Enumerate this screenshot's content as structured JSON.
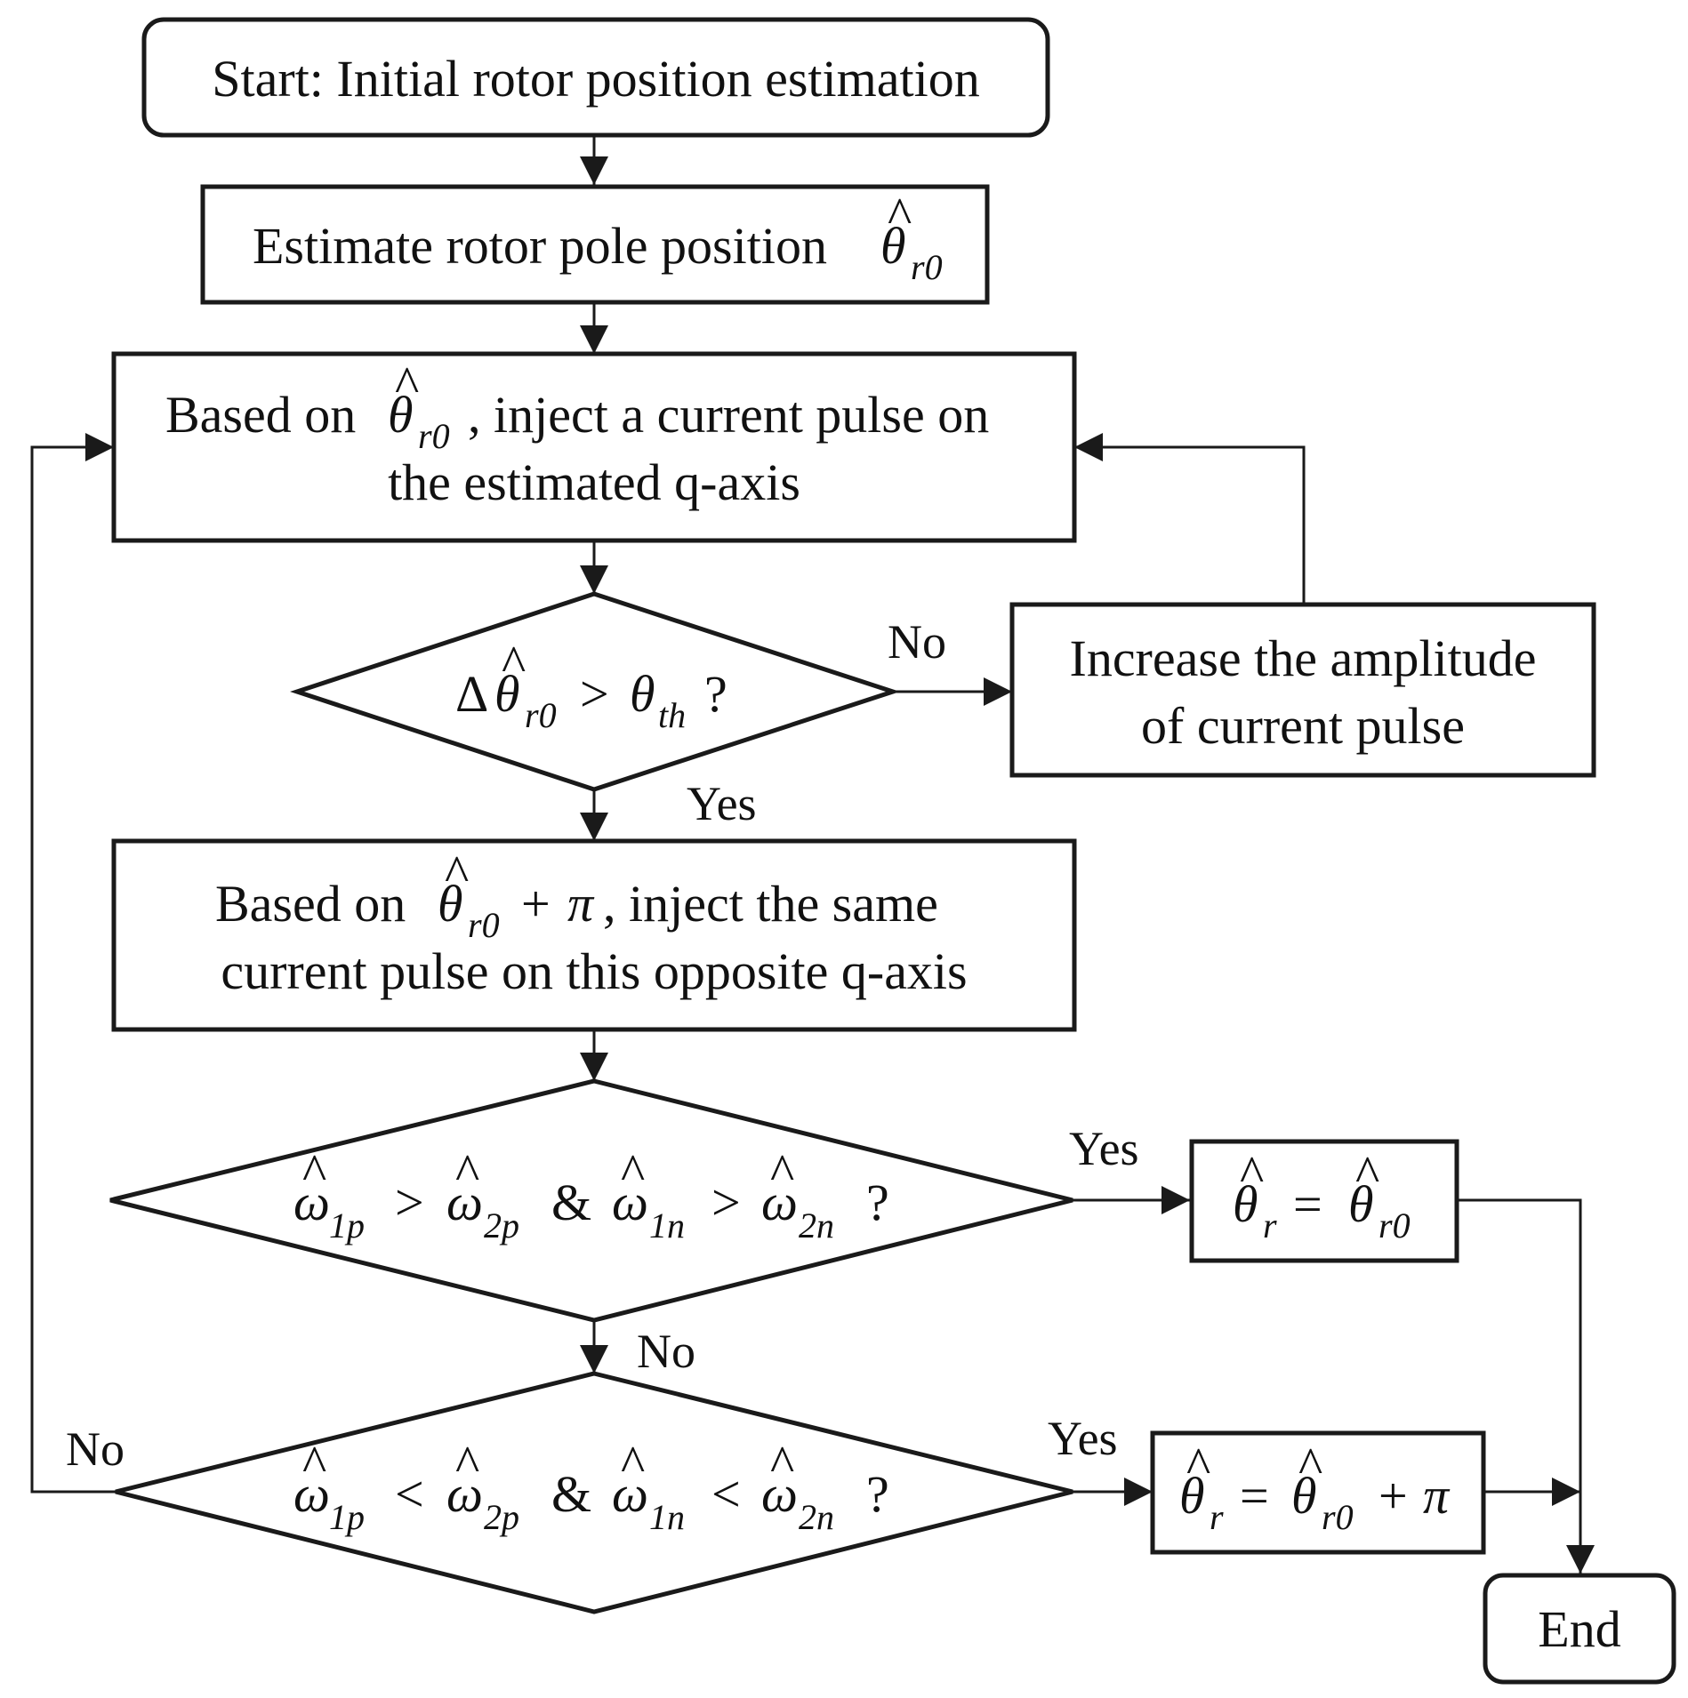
{
  "nodes": {
    "start": "Start: Initial rotor position estimation",
    "estimate": "Estimate rotor pole position θ̂r0",
    "inject_q": "Based on θ̂r0 , inject a current pulse on the estimated q-axis",
    "check_delta": "Δθ̂r0 > θth ?",
    "increase": "Increase the amplitude of current pulse",
    "inject_opposite": "Based on θ̂r0 + π , inject the same current pulse on this opposite q-axis",
    "check_greater": "ω̂1p > ω̂2p & ω̂1n > ω̂2n ?",
    "check_less": "ω̂1p < ω̂2p & ω̂1n < ω̂2n ?",
    "result_a": "θ̂r = θ̂r0",
    "result_b": "θ̂r = θ̂r0 + π",
    "end": "End"
  },
  "text": {
    "start": "Start: Initial rotor position estimation",
    "estimate": "Estimate rotor pole position",
    "inject_q_pre": "Based on",
    "inject_q_post": ", inject a current pulse on",
    "inject_q_line2": "the estimated q-axis",
    "increase_line1": "Increase the amplitude",
    "increase_line2": "of current pulse",
    "inject_opp_pre": "Based on",
    "inject_opp_post": ", inject the same",
    "inject_opp_line2": "current pulse on this opposite q-axis",
    "end": "End"
  },
  "symbols": {
    "theta": "θ",
    "omega": "ω",
    "hat": "^",
    "delta": "Δ",
    "pi": "π",
    "gt": ">",
    "lt": "<",
    "eq": "=",
    "plus": "+",
    "amp": "&",
    "qmark": "?",
    "r0": "r0",
    "r": "r",
    "th": "th",
    "one_p": "1p",
    "two_p": "2p",
    "one_n": "1n",
    "two_n": "2n"
  },
  "edges": [
    {
      "from": "start",
      "to": "estimate",
      "label": ""
    },
    {
      "from": "estimate",
      "to": "inject_q",
      "label": ""
    },
    {
      "from": "inject_q",
      "to": "check_delta",
      "label": ""
    },
    {
      "from": "check_delta",
      "to": "increase",
      "label": "No"
    },
    {
      "from": "increase",
      "to": "inject_q",
      "label": ""
    },
    {
      "from": "check_delta",
      "to": "inject_opposite",
      "label": "Yes"
    },
    {
      "from": "inject_opposite",
      "to": "check_greater",
      "label": ""
    },
    {
      "from": "check_greater",
      "to": "result_a",
      "label": "Yes"
    },
    {
      "from": "check_greater",
      "to": "check_less",
      "label": "No"
    },
    {
      "from": "check_less",
      "to": "result_b",
      "label": "Yes"
    },
    {
      "from": "check_less",
      "to": "inject_q",
      "label": "No"
    },
    {
      "from": "result_a",
      "to": "end",
      "label": ""
    },
    {
      "from": "result_b",
      "to": "end",
      "label": ""
    }
  ],
  "edge_labels": {
    "no": "No",
    "yes": "Yes"
  }
}
